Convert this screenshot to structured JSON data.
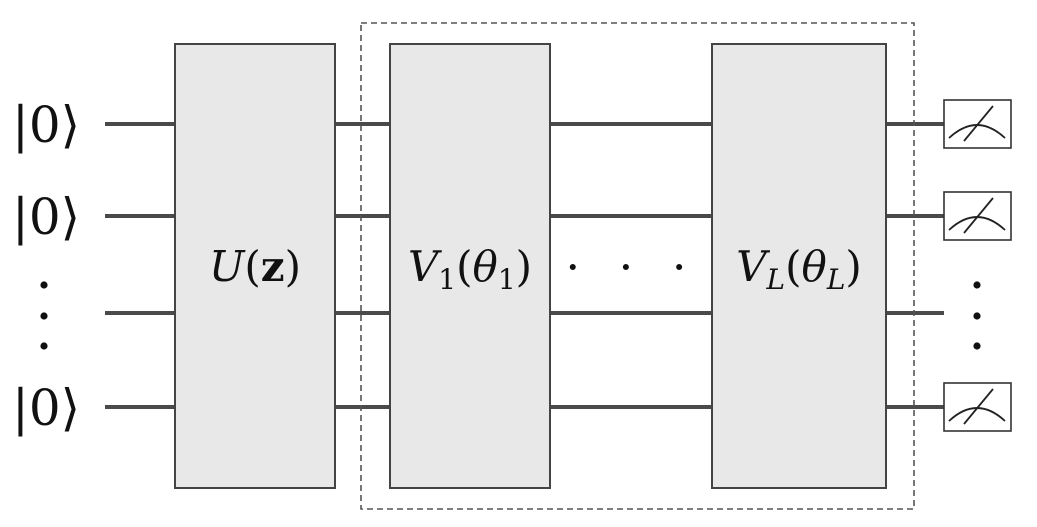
{
  "inputs": {
    "ket_label": "|0⟩"
  },
  "gates": {
    "encoder": {
      "name": "U",
      "argument": "z"
    },
    "first_layer": {
      "name": "V",
      "subscript": "1",
      "param": "θ",
      "param_subscript": "1"
    },
    "last_layer": {
      "name": "V",
      "subscript": "L",
      "param": "θ",
      "param_subscript": "L"
    }
  },
  "ellipsis": "· · ·",
  "colors": {
    "gate_fill": "#e8e8e8",
    "wire": "#4a4a4a",
    "frame_dash": "#555555"
  },
  "icons": {
    "measurement": "meter-icon",
    "vertical_ellipsis": "vertical-dots-icon"
  }
}
